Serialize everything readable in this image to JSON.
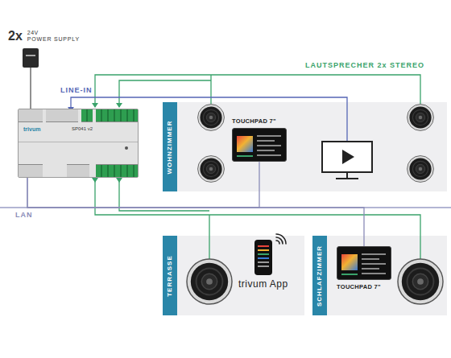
{
  "diagram": {
    "nodes": [
      {
        "text": [
          "2x",
          "24V",
          "POWER SUPPLY"
        ]
      },
      {
        "text": [
          "trivum",
          "SP041 v2"
        ]
      },
      {
        "text": [
          "WOHNZIMMER"
        ]
      },
      {
        "text": [
          "TOUCHPAD 7\""
        ],
        "in": 2
      },
      {
        "text": [
          "TERRASSE"
        ]
      },
      {
        "text": [
          "trivum App"
        ],
        "in": 4
      },
      {
        "text": [
          "SCHLAFZIMMER"
        ]
      },
      {
        "text": [
          "TOUCHPAD 7\""
        ],
        "in": 6
      }
    ],
    "edges": [
      {
        "from": 0,
        "to": 1,
        "arrow": "none"
      },
      {
        "from": 1,
        "to": 3,
        "arrow": "none"
      },
      {
        "from": 1,
        "to": 7,
        "arrow": "none"
      }
    ],
    "labels": [
      "LINE-IN",
      "LAUTSPRECHER 2x STEREO",
      "LAN"
    ]
  }
}
